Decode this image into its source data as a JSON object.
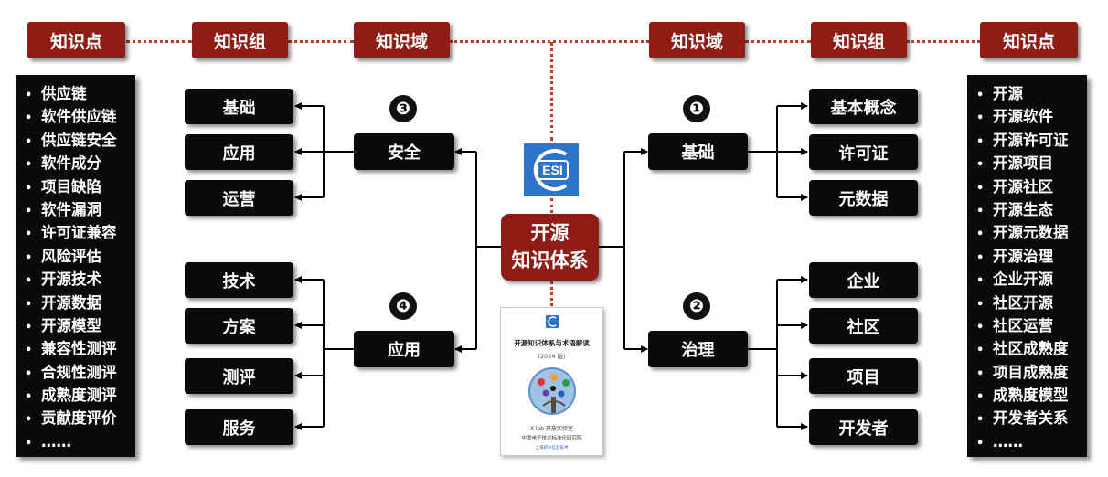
{
  "headers": {
    "left_point": "知识点",
    "left_group": "知识组",
    "left_domain": "知识域",
    "right_domain": "知识域",
    "right_group": "知识组",
    "right_point": "知识点"
  },
  "left_points": [
    "供应链",
    "软件供应链",
    "供应链安全",
    "软件成分",
    "项目缺陷",
    "软件漏洞",
    "许可证兼容",
    "风险评估",
    "开源技术",
    "开源数据",
    "开源模型",
    "兼容性测评",
    "合规性测评",
    "成熟度测评",
    "贡献度评价",
    "……"
  ],
  "right_points": [
    "开源",
    "开源软件",
    "开源许可证",
    "开源项目",
    "开源社区",
    "开源生态",
    "开源元数据",
    "开源治理",
    "企业开源",
    "社区开源",
    "社区运营",
    "社区成熟度",
    "项目成熟度",
    "成熟度模型",
    "开发者关系",
    "……"
  ],
  "center": {
    "line1": "开源",
    "line2": "知识体系"
  },
  "logo_text": "ESI",
  "domains": {
    "d1": {
      "number": "❶",
      "label": "基础",
      "groups": [
        "基本概念",
        "许可证",
        "元数据"
      ]
    },
    "d2": {
      "number": "❷",
      "label": "治理",
      "groups": [
        "企业",
        "社区",
        "项目",
        "开发者"
      ]
    },
    "d3": {
      "number": "❸",
      "label": "安全",
      "groups": [
        "基础",
        "应用",
        "运营"
      ]
    },
    "d4": {
      "number": "❹",
      "label": "应用",
      "groups": [
        "技术",
        "方案",
        "测评",
        "服务"
      ]
    }
  },
  "book": {
    "title": "开源知识体系与术语解读",
    "version": "（2024 版）",
    "org1": "X-lab 开放实验室",
    "org2": "中国电子技术标准化研究院",
    "footer": "上海新兴信息技术"
  },
  "colors": {
    "accent_red": "#8f1d16",
    "box_black": "#0a0a0a",
    "logo_blue": "#2e74c9",
    "dotted_line": "#c0392b"
  }
}
